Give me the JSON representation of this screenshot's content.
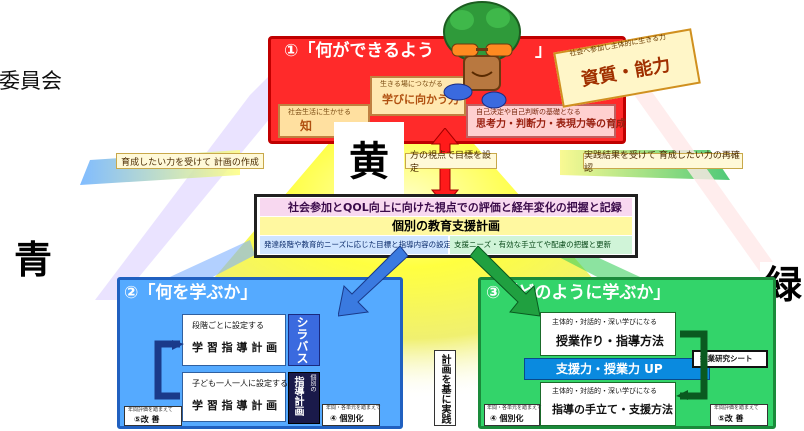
{
  "fragment_left": "委員会",
  "top_panel": {
    "title": "①「何ができるよう",
    "title_tail": "」",
    "badge_small": "社会へ参加し主体的に生きる力",
    "badge_main": "資質・能力",
    "box_center_small": "生きる場につながる",
    "box_center": "学びに向かう力",
    "box_left_small": "社会生活に生かせる",
    "box_left": "知",
    "box_right_small": "自己決定や自己判断の基礎となる",
    "box_right": "思考力・判断力・表現力等の育成"
  },
  "label_yellow": "黄",
  "label_blue": "青",
  "label_green": "緑",
  "pill_left": "育成したい力を受けて 計画の作成",
  "pill_mid": "方の視点で目標を設定",
  "pill_right": "実践結果を受けて 育成したい力の再確認",
  "plan": {
    "top": "社会参加とQOL向上に向けた視点での評価と経年変化の把握と記録",
    "title": "個別の教育支援計画",
    "left": "発達段階や教育的ニーズに応じた目標と指導内容の設定",
    "right": "支援ニーズ・有効な手立てや配慮の把握と更新"
  },
  "blue_panel": {
    "title": "②「何を学ぶか」",
    "card1_small": "段階ごとに設定する",
    "card1": "学 習 指 導 計 画",
    "card2_small": "子ども一人一人に設定する",
    "card2": "学 習 指 導 計 画",
    "syllabus": "シラバス",
    "indiv_small": "個別の",
    "indiv": "指導計画",
    "foot_left_small": "年間評価を踏まえて",
    "foot_left": "⑤改 善",
    "foot_right_small": "年間・各単元を踏まえて",
    "foot_right": "④ 個別化"
  },
  "center_column": "計画を基に実践",
  "green_panel": {
    "title": "③「どのように学ぶか」",
    "row1_small": "主体的・対話的・深い学びになる",
    "row1": "授業作り・指導方法",
    "mid": "支援力・授業力 UP",
    "row2_small": "主体的・対話的・深い学びになる",
    "row2": "指導の手立て・支援方法",
    "sheet": "授業研究シート",
    "foot_left_small": "年間・各単元を踏まえて",
    "foot_left": "④ 個別化",
    "foot_right_small": "年間評価を踏まえて",
    "foot_right": "⑤改 善"
  }
}
